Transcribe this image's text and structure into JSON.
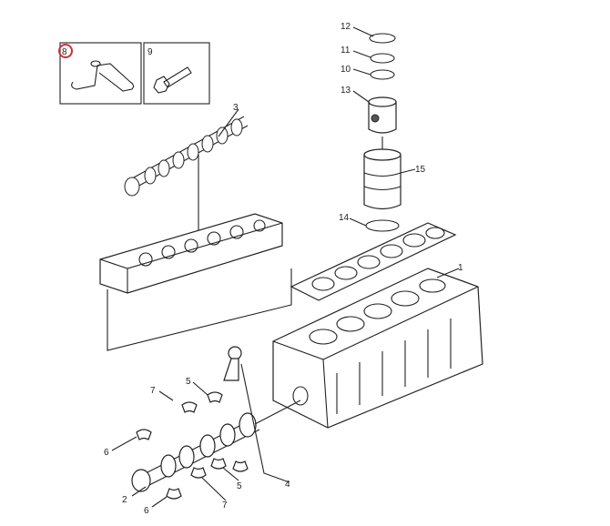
{
  "diagram": {
    "title": "Engine block exploded view",
    "highlight_color": "#d0303a",
    "insets": [
      {
        "label": "8",
        "part": "bracket",
        "highlighted": true
      },
      {
        "label": "9",
        "part": "bolt"
      }
    ],
    "callouts": {
      "p1": "1",
      "p2": "2",
      "p3": "3",
      "p4": "4",
      "p5a": "5",
      "p5b": "5",
      "p6a": "6",
      "p6b": "6",
      "p7a": "7",
      "p7b": "7",
      "p10": "10",
      "p11": "11",
      "p12": "12",
      "p13": "13",
      "p14": "14",
      "p15": "15"
    }
  }
}
